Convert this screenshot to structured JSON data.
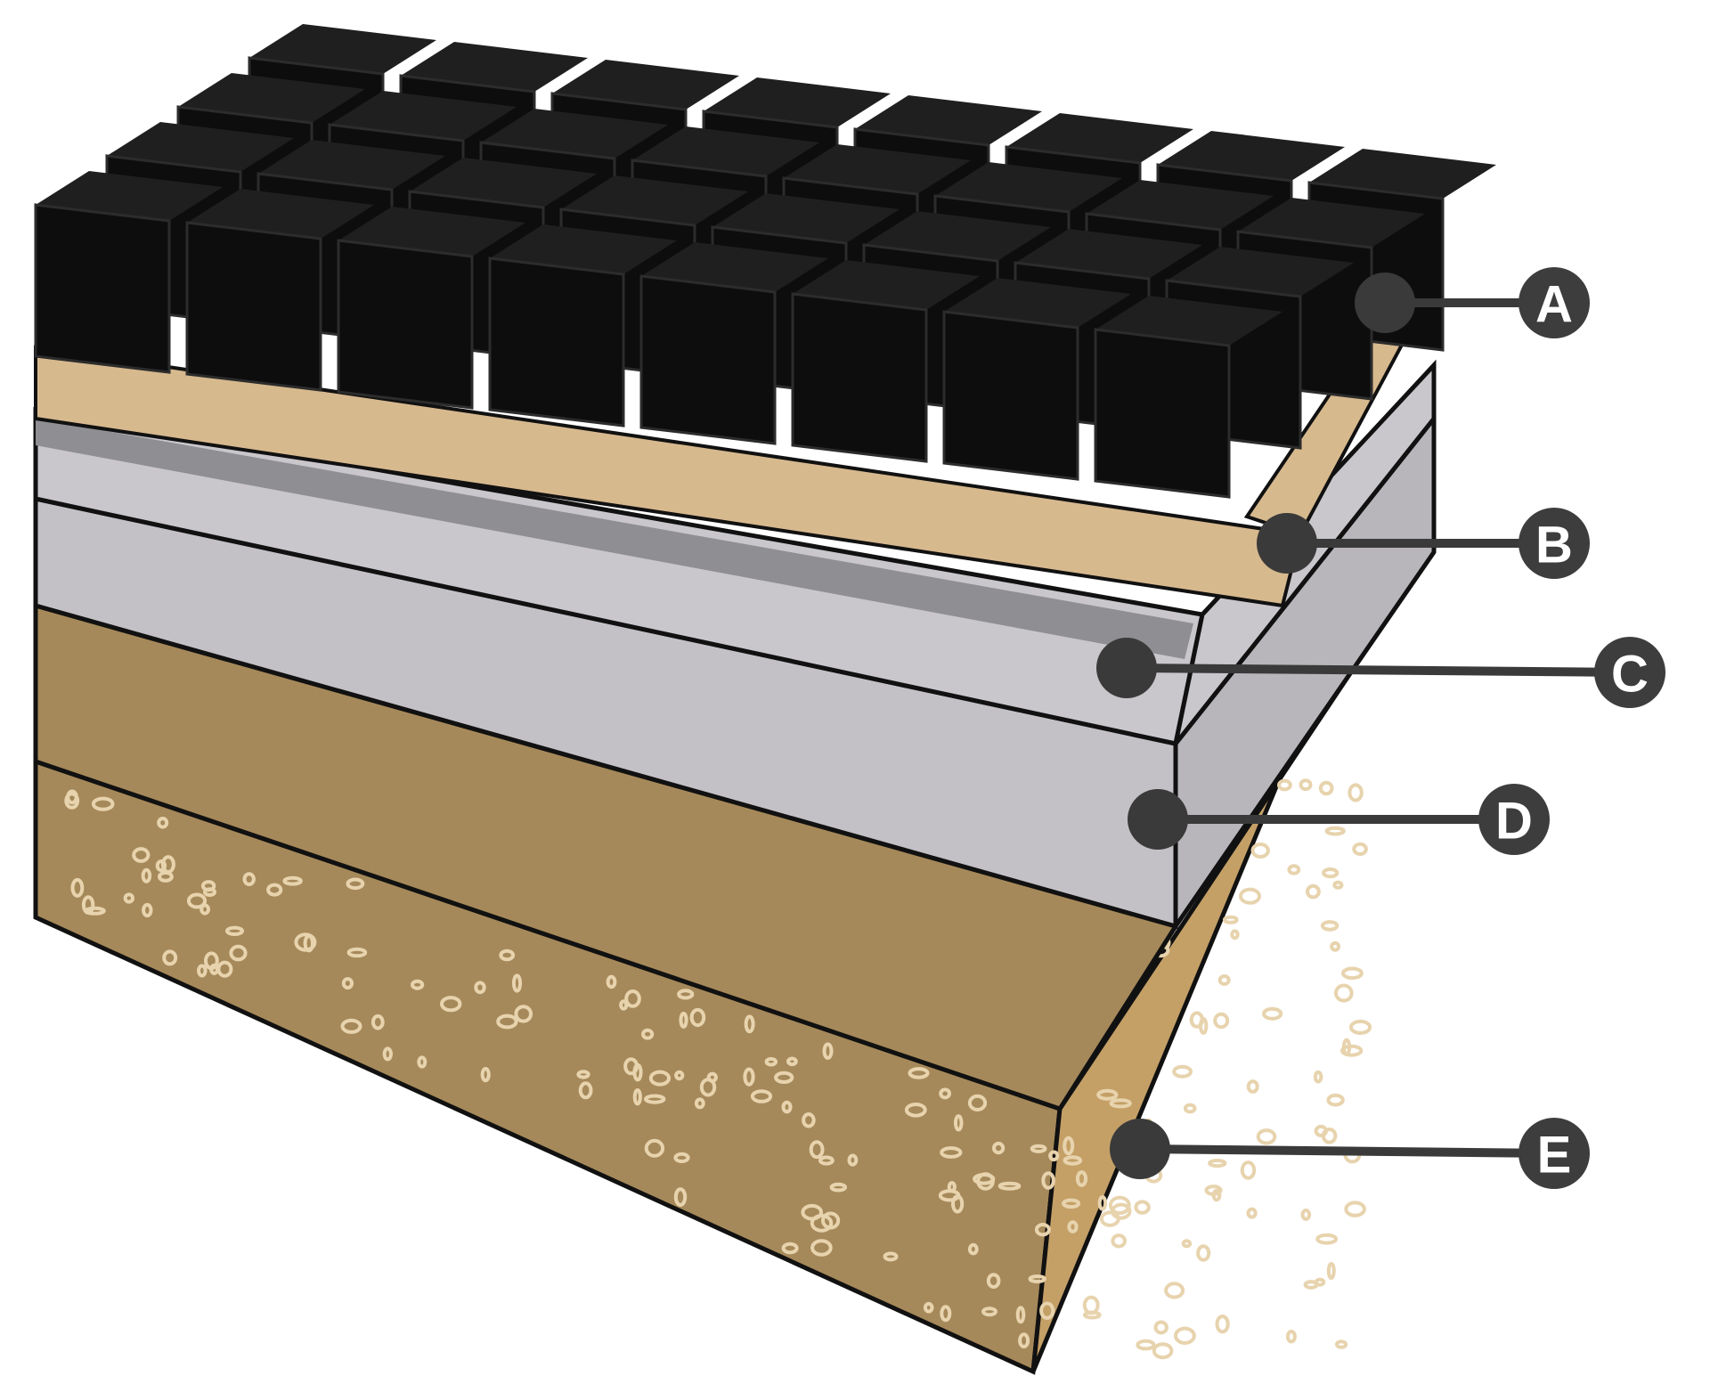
{
  "diagram": {
    "callouts": [
      {
        "label": "A",
        "layer": "paver-blocks"
      },
      {
        "label": "B",
        "layer": "sand-bedding"
      },
      {
        "label": "C",
        "layer": "geotextile-membrane"
      },
      {
        "label": "D",
        "layer": "base-course"
      },
      {
        "label": "E",
        "layer": "subgrade-soil"
      }
    ],
    "colors": {
      "pavers": "#0d0d0d",
      "paver_top": "#1f1f1f",
      "sand": "#d7b98e",
      "membrane_light": "#c9c7cc",
      "membrane_dark": "#8f8e93",
      "base": "#c3c1c6",
      "soil": "#a6895a",
      "soil_speckle": "#e7d3ad",
      "callout_dot": "#3b3a3a",
      "callout_badge": "#3e3d3d",
      "outline": "#111111"
    }
  }
}
